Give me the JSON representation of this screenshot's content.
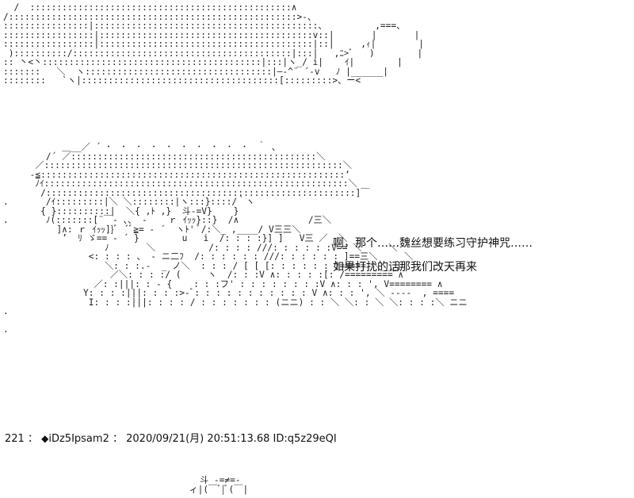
{
  "art": {
    "block1": "  /  :::::::::::::::::::::::::::::::::::::::::::::::::∧\n/::::::::::::::::::::::::::::::::::::::::::::::::::::::>-、\n::::::::::::::::|::::::::::::::::::::::::::::::::::::::::::、         ,===、\n:::::::::::::::::|::::::::::::::::::::::::::::::::::::::::v::|       |       |\n:::::::::::::::::|::::::::::::::::::::::::::::::::::::::::|::|     ,ｨ|        |\n )::::::::::/:::::::::::::::::::::::::::::::::::::::::|:::|   ,ﾆ>ﾞ   )        |\n:: 丶<丶:::::::::::::::::::::::::::::::::::::::::|:::|ヽ_/ i|    ｲ|        |\n:::::::   ＼  ヽ:::::::::::::::::::::::::::::::::::|—‐^¨ ´-v   ﾉ |______|\n::::::::   `ヽ|:::::::::::::::::::::::::::::::::::::[:::::::::>、ー<",
    "block2": "           ＿__／ ´ ･  ･  ･  ･  ･  ･  ･  ･  ･  ･  ｀ 、\n        /´ ／::::::::::::::::::::::::::::::::::::::::::::::＼\n      ／::::::::::::::::::::::::::::::::::::::::::::::::::::::::＼\n     -≦:::::::::::::::::::::::::::::::::::::::::::::::::::::::::‘\n      ﾉｲ:::::::::::::::::::::::::::::::::::::::::::::::::::::::::＼\n       /::::::::::::::::::::::::::::::::::::::::::::::::::::::::::]￣\n.       /ｲ:::::::::|＼ ＼::::::::|ヽ:::}::::/｀ヽ\n       { }::::::::::|  ＼{ ,ﾄ ,}  斗-=V}    }\n.       ﾉ(:::::::[¨￣- 、、 ‐    ｒ ｲｯｯ}::}  /∧             /三＼\n          ]∧: ｒ ｲｯｯ]}ﾞ ´ﾞ≧= - ´  ヽﾄ' ﾞ/:＼_ ,____/ V三三＼\n           ’  ﾘ ゞ== - ´ }        u   i  /: : : :}] ]   V三 ／  ＼\n                   ﾉ       ＼          /: : : : ///: : : : : :V== ＼     ＼\n                <: : : : 、 - ニ二ﾌ  /: : : : : : ///: : : : : : ]==三＼     ＼\n                   ＼: : :.-  _ ノ＼  : : : / [ [ [: : : : : : ]===== ＼___]\n                    ／＼: : : :/ (     ヽ  /: : :V ∧: : : : :[: /========= ∧\n                 ／: :|||: : - {    : : :フ' : : : : : : : :V ∧: : : ', V======== ∧\n               Y: : : :|||: : : :>‐ﾞ: : : : : : : : : : : V ∧: : : ', ＼ ‐‐‐‐  , ====\n                I: : : :|||: : : : / : : : : : : : (ニニ) : : ＼ ＼: : ＼ ＼: : : :＼ ニニ\n.\n\n.",
    "block3": "    斗 -=≠=-\n  ィ|(￣ﾞ|ﾞ(￣|"
  },
  "dialogue": {
    "line1": "啊，那个……魏丝想要练习守护神咒……",
    "line2": "如果打扰的话那我们改天再来"
  },
  "post_header": {
    "number": "221",
    "colon": "：",
    "marker": "◆",
    "trip": "iDz5Ipsam2",
    "separator": "：",
    "date": "2020/09/21(月) 20:51:13.68",
    "id": "ID:q5z29eQI"
  }
}
